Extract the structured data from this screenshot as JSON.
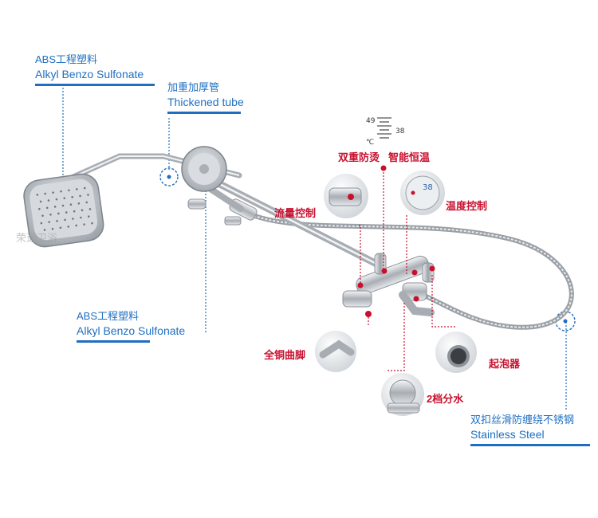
{
  "callouts": {
    "head_material": {
      "zh": "ABS工程塑料",
      "en": "Alkyl Benzo Sulfonate"
    },
    "tube": {
      "zh": "加重加厚管",
      "en": "Thickened tube"
    },
    "handheld_material": {
      "zh": "ABS工程塑料",
      "en": "Alkyl Benzo Sulfonate"
    },
    "hose": {
      "zh": "双扣丝滑防缠绕不锈钢",
      "en": "Stainless Steel"
    }
  },
  "features": {
    "dual_scald_protection": "双重防烫",
    "smart_thermostat": "智能恒温",
    "flow_control": "流量控制",
    "temperature_control": "温度控制",
    "copper_leg": "全铜曲脚",
    "aerator": "起泡器",
    "two_position_diverter": "2档分水"
  },
  "thermo_scale": {
    "top": "49",
    "mid": "38",
    "unit": "℃"
  },
  "dial_value": "38",
  "watermark": "荣远卫浴",
  "colors": {
    "blue": "#1f6fc0",
    "red": "#c8102e",
    "chrome": "#b9bec4"
  }
}
